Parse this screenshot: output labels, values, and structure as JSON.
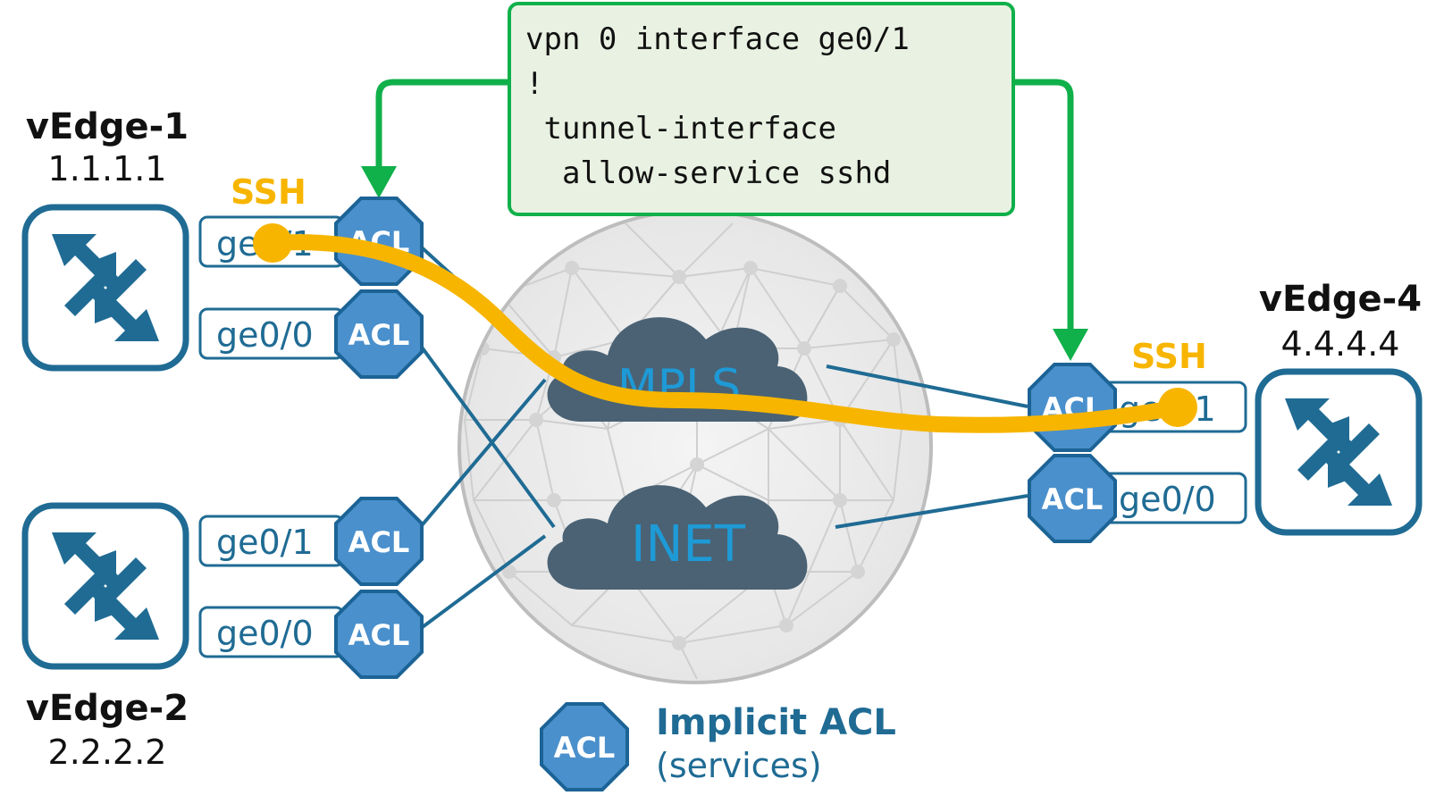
{
  "routers": [
    {
      "name": "vEdge-1",
      "ip": "1.1.1.1"
    },
    {
      "name": "vEdge-2",
      "ip": "2.2.2.2"
    },
    {
      "name": "vEdge-4",
      "ip": "4.4.4.4"
    }
  ],
  "interfaces": {
    "ge01": "ge0/1",
    "ge00": "ge0/0"
  },
  "acl_label": "ACL",
  "ssh_label": "SSH",
  "clouds": {
    "mpls": "MPLS",
    "inet": "INET"
  },
  "config": {
    "lines": [
      "vpn 0 interface ge0/1",
      "!",
      " tunnel-interface",
      "  allow-service sshd"
    ]
  },
  "legend": {
    "acl": "ACL",
    "title": "Implicit ACL",
    "subtitle": "(services)"
  },
  "colors": {
    "router_blue": "#1f6b94",
    "acl_fill": "#4a90cc",
    "cloud": "#4a6274",
    "cloud_text": "#1e9ad6",
    "ssh_path": "#f7b500",
    "green_arrow": "#10b04a",
    "config_bg": "#e9f2e2",
    "globe": "#dcdcdc"
  }
}
